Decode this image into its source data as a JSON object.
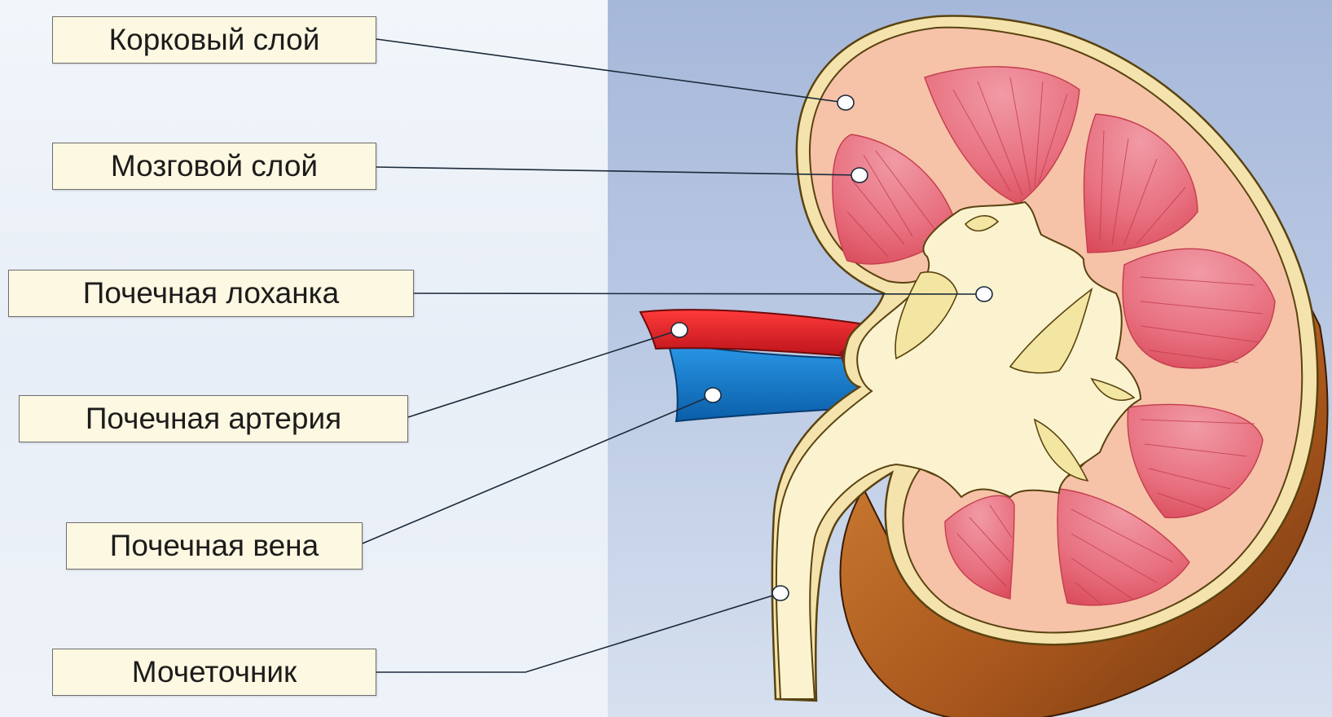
{
  "diagram": {
    "labels": {
      "cortex": "Корковый слой",
      "medulla": "Мозговой слой",
      "pelvis": "Почечная лоханка",
      "artery": "Почечная артерия",
      "vein": "Почечная вена",
      "ureter": "Мочеточник"
    },
    "colors": {
      "background_left": "#eef3f9",
      "background_right": "#b3c3e0",
      "label_fill": "#fdf8e1",
      "capsule": "#f4e3ac",
      "cortex": "#f6c2a8",
      "medulla_pyramid": "#e8707f",
      "pelvis": "#fbf3cf",
      "artery": "#e41d24",
      "vein": "#1479c9",
      "kidney_side": "#a8561c"
    }
  }
}
